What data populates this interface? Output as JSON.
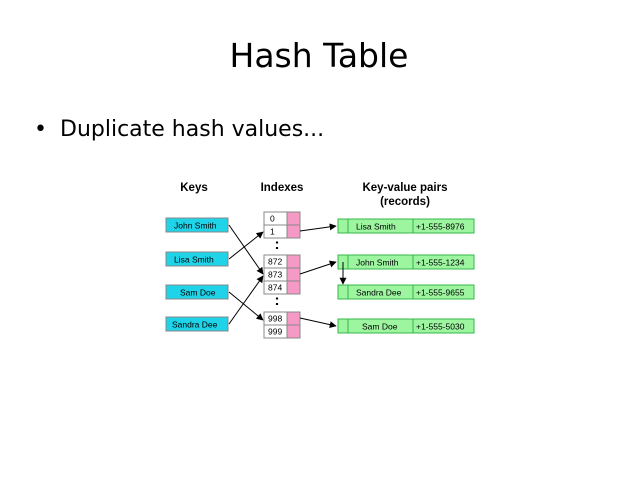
{
  "slide": {
    "title": "Hash Table",
    "bullet_marker": "•",
    "bullet": "Duplicate hash values..."
  },
  "diagram": {
    "headers": {
      "keys": "Keys",
      "indexes": "Indexes",
      "pairs_line1": "Key-value pairs",
      "pairs_line2": "(records)"
    },
    "keys": [
      "John Smith",
      "Lisa Smith",
      "Sam Doe",
      "Sandra Dee"
    ],
    "indexes": [
      "0",
      "1",
      "872",
      "873",
      "874",
      "998",
      "999"
    ],
    "ellipsis": ":",
    "records": [
      {
        "name": "Lisa Smith",
        "phone": "+1-555-8976"
      },
      {
        "name": "John Smith",
        "phone": "+1-555-1234"
      },
      {
        "name": "Sandra Dee",
        "phone": "+1-555-9655"
      },
      {
        "name": "Sam Doe",
        "phone": "+1-555-5030"
      }
    ],
    "colors": {
      "key_fill": "#1fd3e8",
      "index_pointer_fill": "#f59ac5",
      "record_fill": "#9df5a0",
      "record_stroke": "#35b84a",
      "cell_stroke": "#888888"
    }
  }
}
